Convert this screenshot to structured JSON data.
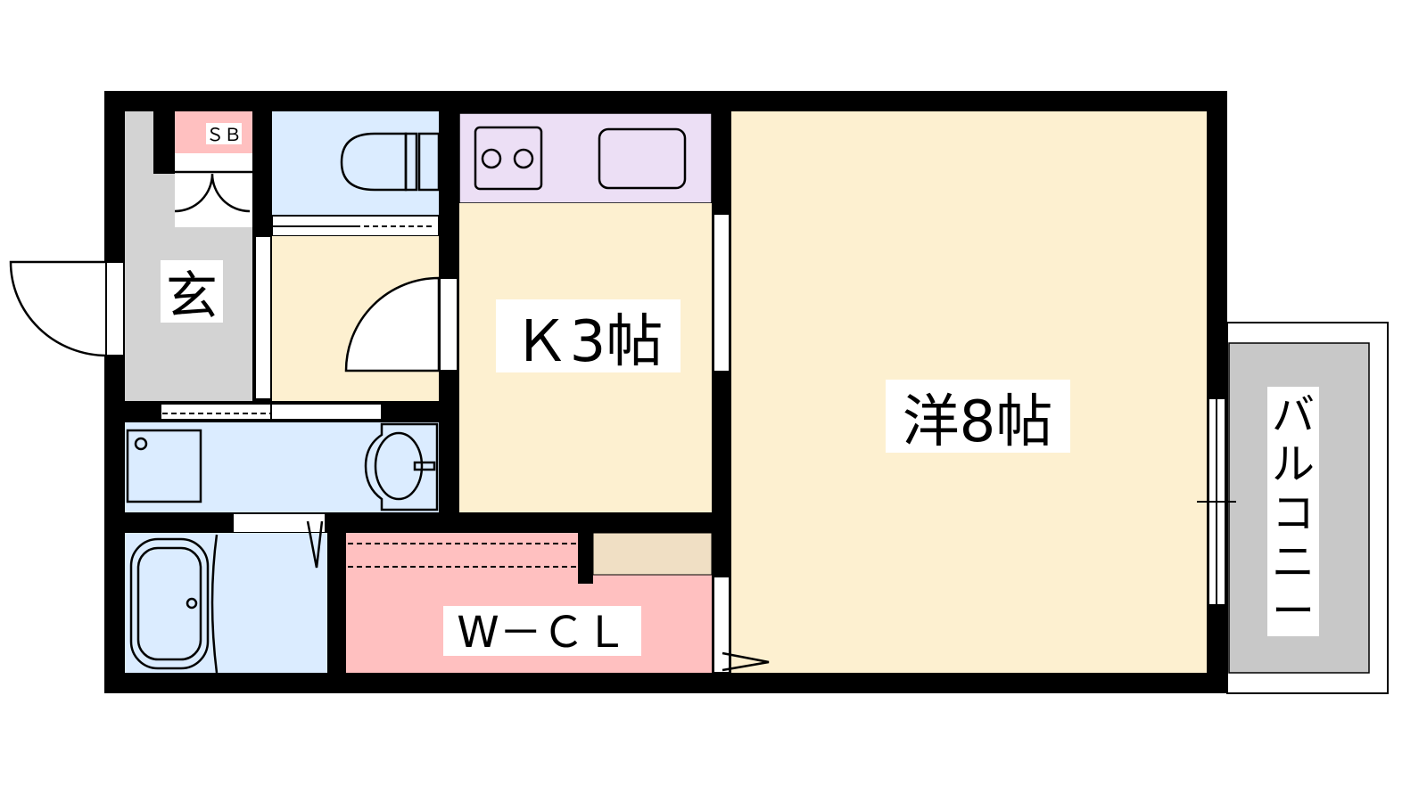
{
  "floorplan": {
    "rooms": {
      "entrance": "玄",
      "shoe_box": "ＳＢ",
      "kitchen": "Ｋ3帖",
      "western_room": "洋8帖",
      "walk_in_closet": "W－ＣＬ",
      "balcony": [
        "バ",
        "ル",
        "コ",
        "ニ",
        "ー"
      ]
    },
    "colors": {
      "wall": "#000000",
      "entrance": "#d3d3d3",
      "shoe_box": "#ffc0c0",
      "wet_area": "#dbecff",
      "room": "#fdf0d0",
      "kitchen_counter": "#ecdff5",
      "closet": "#ffc0c0",
      "closet_shelf": "#f0dfc4",
      "balcony": "#c8c8c8"
    }
  }
}
